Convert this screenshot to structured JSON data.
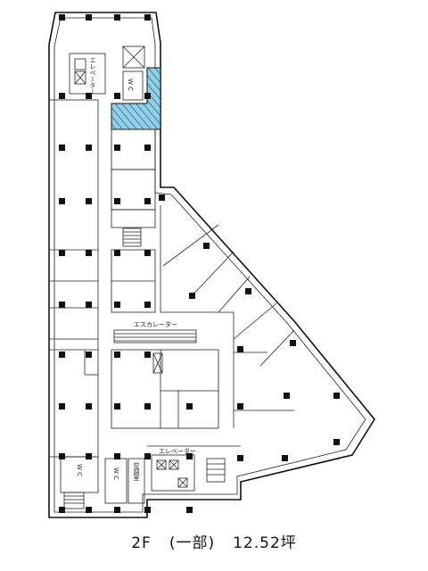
{
  "floor": "2F",
  "section": "(一部)",
  "area": "12.52坪",
  "labels": {
    "wc_top": "W C",
    "wc_bottom_left": "W C",
    "wc_bottom_mid": "W C",
    "elevator_top": "エレベーター",
    "escalator": "エスカレーター",
    "elevator_bottom": "エレベーター",
    "ac_room": "空調室"
  },
  "colors": {
    "highlight": "#8ed0ea",
    "line": "#111111"
  }
}
